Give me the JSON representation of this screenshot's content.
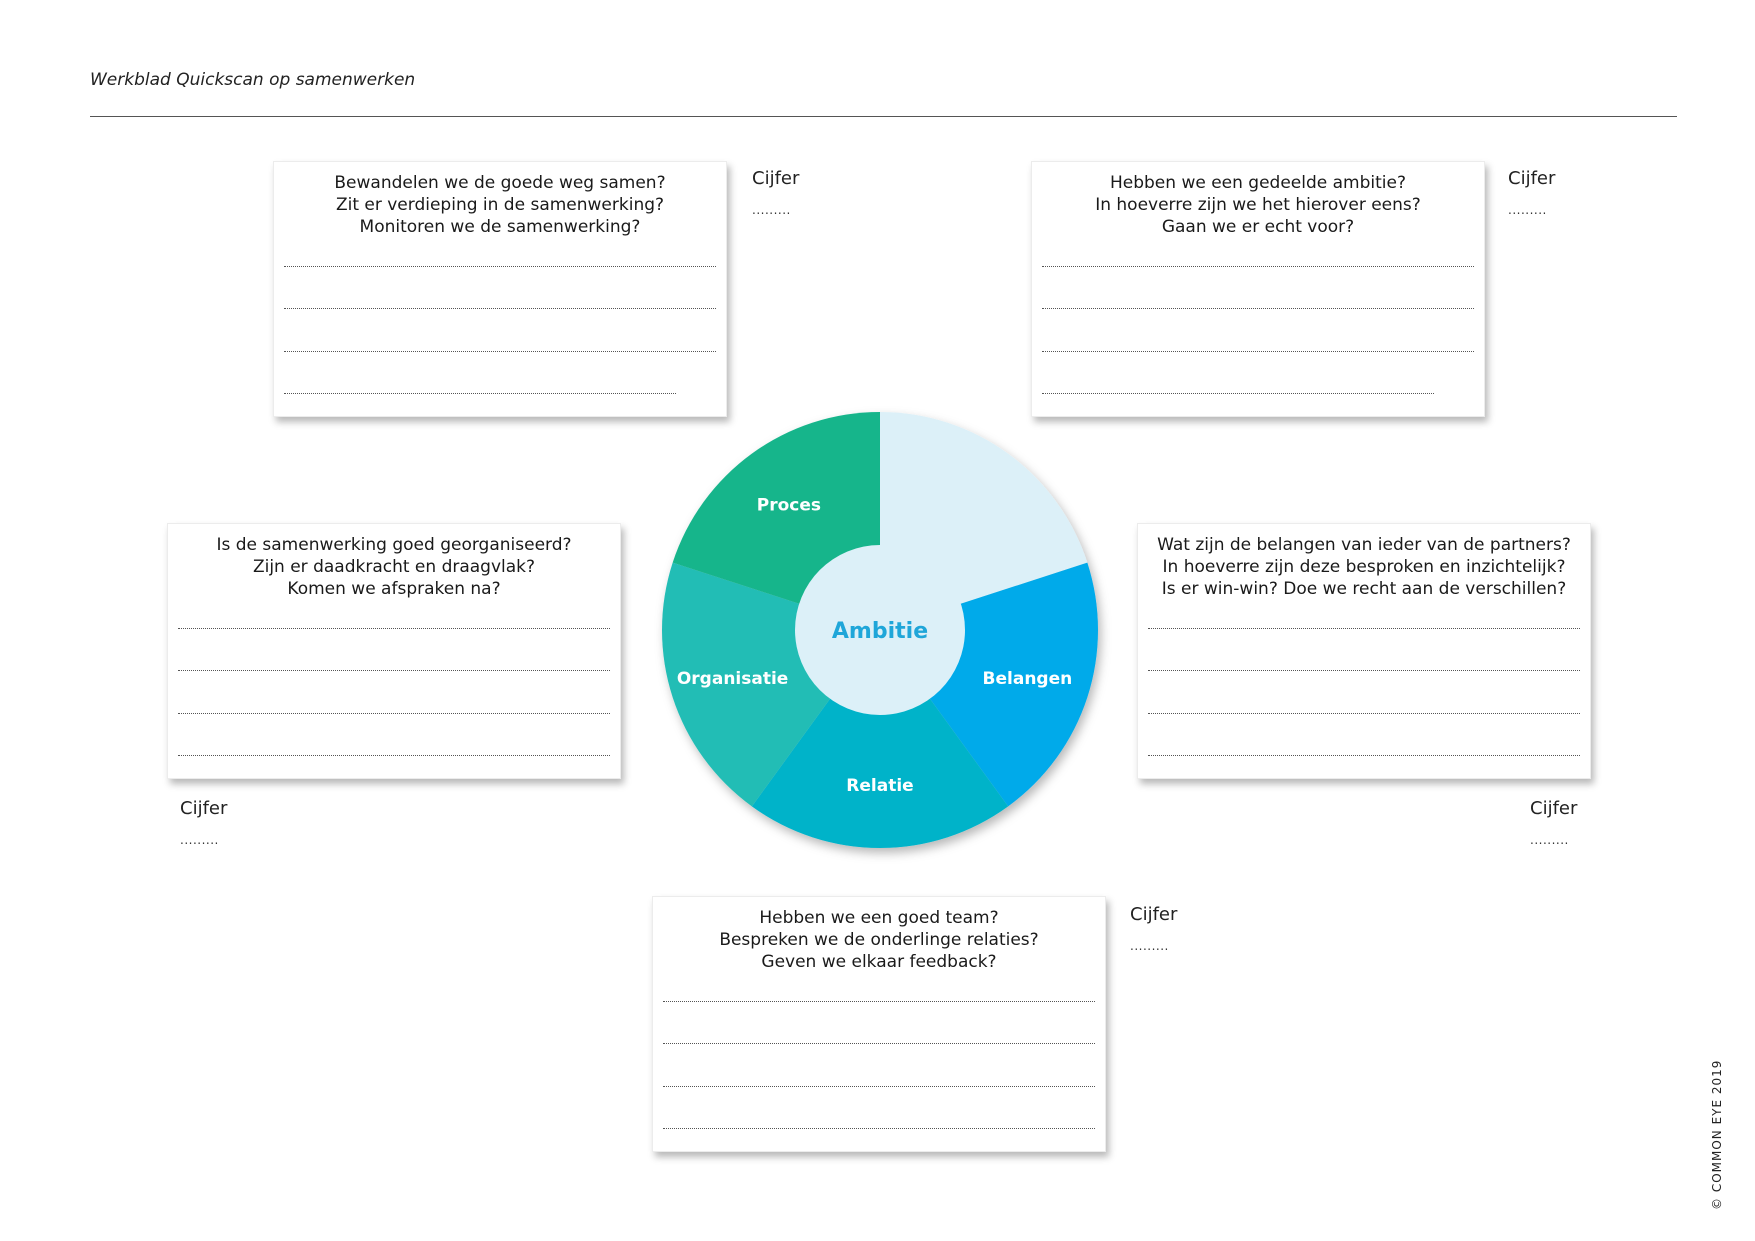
{
  "header": {
    "title": "Werkblad Quickscan op samenwerken"
  },
  "cards": {
    "proces": {
      "lines": [
        "Bewandelen we de goede weg samen?",
        "Zit er verdieping in de samenwerking?",
        "Monitoren we de samenwerking?"
      ]
    },
    "ambitie": {
      "lines": [
        "Hebben we een gedeelde ambitie?",
        "In hoeverre zijn we het hierover eens?",
        "Gaan we er echt voor?"
      ]
    },
    "organisatie": {
      "lines": [
        "Is de samenwerking goed georganiseerd?",
        "Zijn er daadkracht en draagvlak?",
        "Komen we afspraken na?"
      ]
    },
    "belangen": {
      "lines": [
        "Wat zijn de belangen van ieder van de partners?",
        "In hoeverre zijn deze besproken en inzichtelijk?",
        "Is er win-win? Doe we recht aan de verschillen?"
      ]
    },
    "relatie": {
      "lines": [
        "Hebben we een goed team?",
        "Bespreken we de onderlinge relaties?",
        "Geven we elkaar feedback?"
      ]
    }
  },
  "cijfer": {
    "label": "Cijfer",
    "dots": "........."
  },
  "wheel": {
    "center": "Ambitie",
    "segments": {
      "proces": {
        "label": "Proces",
        "color": "#17b58b"
      },
      "ambitie": {
        "label": "",
        "color": "#dcf0f8"
      },
      "belangen": {
        "label": "Belangen",
        "color": "#00aaea"
      },
      "relatie": {
        "label": "Relatie",
        "color": "#00b3c9"
      },
      "organisatie": {
        "label": "Organisatie",
        "color": "#22bdb5"
      }
    },
    "center_color": "#dcf0f8"
  },
  "footer": {
    "copyright": "© COMMON EYE 2019"
  }
}
